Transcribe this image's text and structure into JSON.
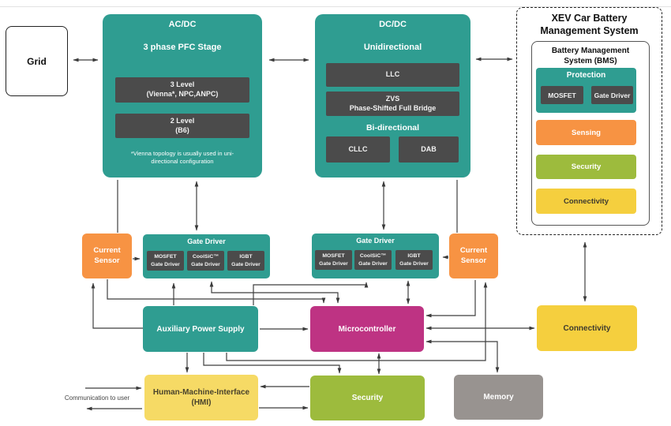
{
  "palette": {
    "teal": "#2F9D91",
    "box_dark": "#4B4B4B",
    "orange": "#F79343",
    "green": "#9DBB3D",
    "yellow": "#F5CF3E",
    "yellow_light": "#F6DA65",
    "magenta": "#BE3383",
    "gray": "#989390",
    "line": "#3f3f3f",
    "text_on_yellow": "#3E3A2E"
  },
  "grid": {
    "label": "Grid"
  },
  "acdc": {
    "title": "AC/DC",
    "subtitle": "3 phase PFC Stage",
    "level3_line1": "3 Level",
    "level3_line2": "(Vienna*, NPC,ANPC)",
    "level2_line1": "2 Level",
    "level2_line2": "(B6)",
    "footnote_line1": "*Vienna topology is usually used in uni-",
    "footnote_line2": "directional configuration"
  },
  "dcdc": {
    "title": "DC/DC",
    "uni_label": "Unidirectional",
    "llc": "LLC",
    "zvs_line1": "ZVS",
    "zvs_line2": "Phase-Shifted Full Bridge",
    "bi_label": "Bi-directional",
    "cllc": "CLLC",
    "dab": "DAB"
  },
  "xev": {
    "title_line1": "XEV Car Battery",
    "title_line2": "Management System",
    "bms_line1": "Battery Management",
    "bms_line2": "System (BMS)",
    "protection": "Protection",
    "mosfet": "MOSFET",
    "gate_driver": "Gate Driver",
    "sensing": "Sensing",
    "security": "Security",
    "connectivity": "Connectivity"
  },
  "left_current_sensor": {
    "label": "Current Sensor"
  },
  "right_current_sensor": {
    "label": "Current Sensor"
  },
  "left_gate_driver": {
    "title": "Gate Driver",
    "items": [
      {
        "line1": "MOSFET",
        "line2": "Gate Driver"
      },
      {
        "line1": "CoolSiC™",
        "line2": "Gate Driver"
      },
      {
        "line1": "IGBT",
        "line2": "Gate Driver"
      }
    ]
  },
  "right_gate_driver": {
    "title": "Gate Driver",
    "items": [
      {
        "line1": "MOSFET",
        "line2": "Gate Driver"
      },
      {
        "line1": "CoolSiC™",
        "line2": "Gate Driver"
      },
      {
        "line1": "IGBT",
        "line2": "Gate Driver"
      }
    ]
  },
  "aux": {
    "label": "Auxiliary Power Supply"
  },
  "mcu": {
    "label": "Microcontroller"
  },
  "connectivity": {
    "label": "Connectivity"
  },
  "hmi": {
    "line1": "Human-Machine-Interface",
    "line2": "(HMI)"
  },
  "security": {
    "label": "Security"
  },
  "memory": {
    "label": "Memory"
  },
  "user_comm": {
    "label": "Communication to user"
  }
}
